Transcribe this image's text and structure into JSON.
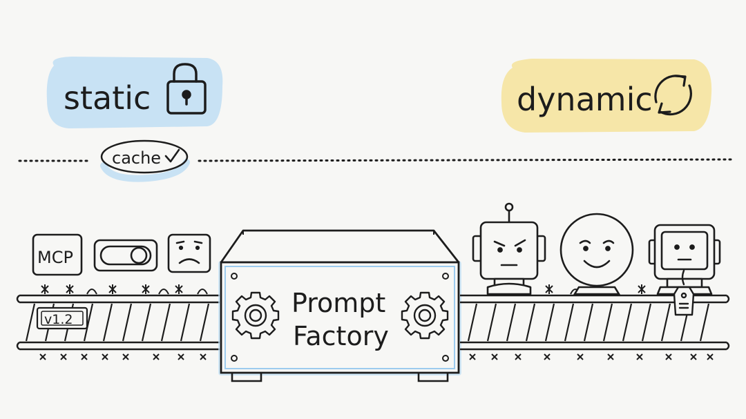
{
  "labels": {
    "static": "static",
    "dynamic": "dynamic",
    "cache": "cache",
    "mcp": "MCP",
    "version": "v1.2",
    "factory_line1": "Prompt",
    "factory_line2": "Factory"
  },
  "icons": {
    "static": "padlock-icon",
    "dynamic": "cycle-arrows-icon",
    "cache": "checkmark-icon",
    "mcp": "mcp-box-icon",
    "toggle": "toggle-switch-icon",
    "face_sad": "sad-face-icon",
    "gears": "gear-icon",
    "robot_head": "robot-head-icon",
    "face_smile": "smiley-face-icon",
    "monitor_robot": "monitor-robot-icon",
    "tag": "tag-icon"
  },
  "colors": {
    "static_highlight": "#c8e2f4",
    "dynamic_highlight": "#f6e6a8",
    "factory_glow": "#bfe0f7",
    "ink": "#1c1c1c",
    "background": "#f7f7f5"
  }
}
